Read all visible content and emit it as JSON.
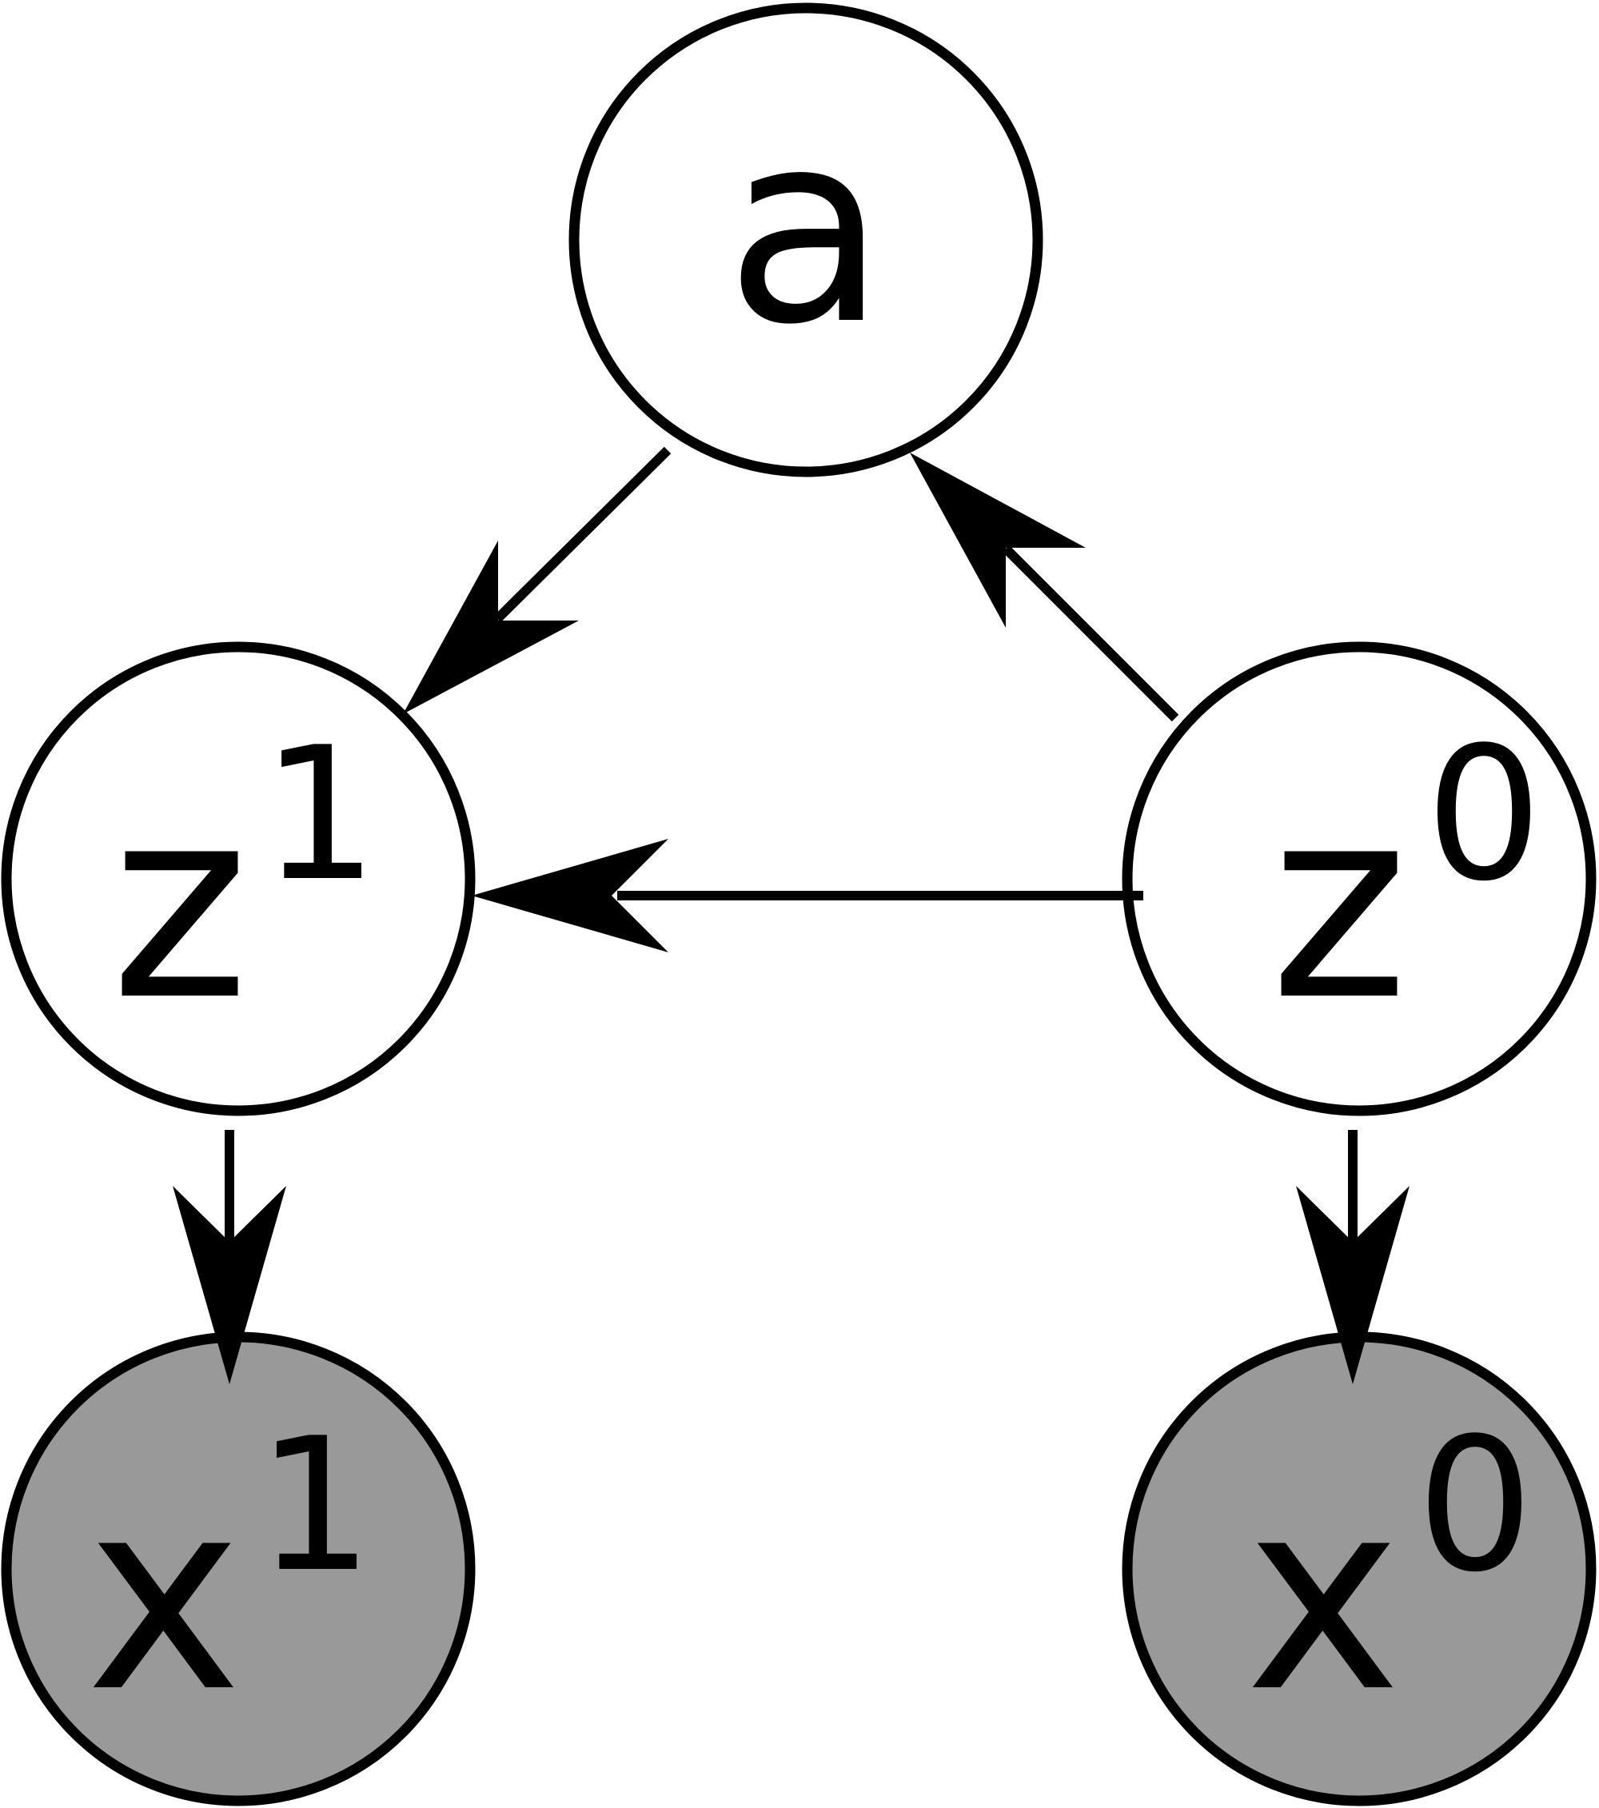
{
  "colors": {
    "background": "#ffffff",
    "stroke": "#000000",
    "latent_fill": "#ffffff",
    "observed_fill": "#999999"
  },
  "nodes": {
    "a": {
      "base": "a",
      "sup": "",
      "observed": false
    },
    "z1": {
      "base": "z",
      "sup": "1",
      "observed": false
    },
    "z0": {
      "base": "z",
      "sup": "0",
      "observed": false
    },
    "x1": {
      "base": "x",
      "sup": "1",
      "observed": true
    },
    "x0": {
      "base": "x",
      "sup": "0",
      "observed": true
    }
  },
  "edges": [
    {
      "from": "a",
      "to": "z1"
    },
    {
      "from": "z0",
      "to": "a"
    },
    {
      "from": "z0",
      "to": "z1"
    },
    {
      "from": "z1",
      "to": "x1"
    },
    {
      "from": "z0",
      "to": "x0"
    }
  ]
}
